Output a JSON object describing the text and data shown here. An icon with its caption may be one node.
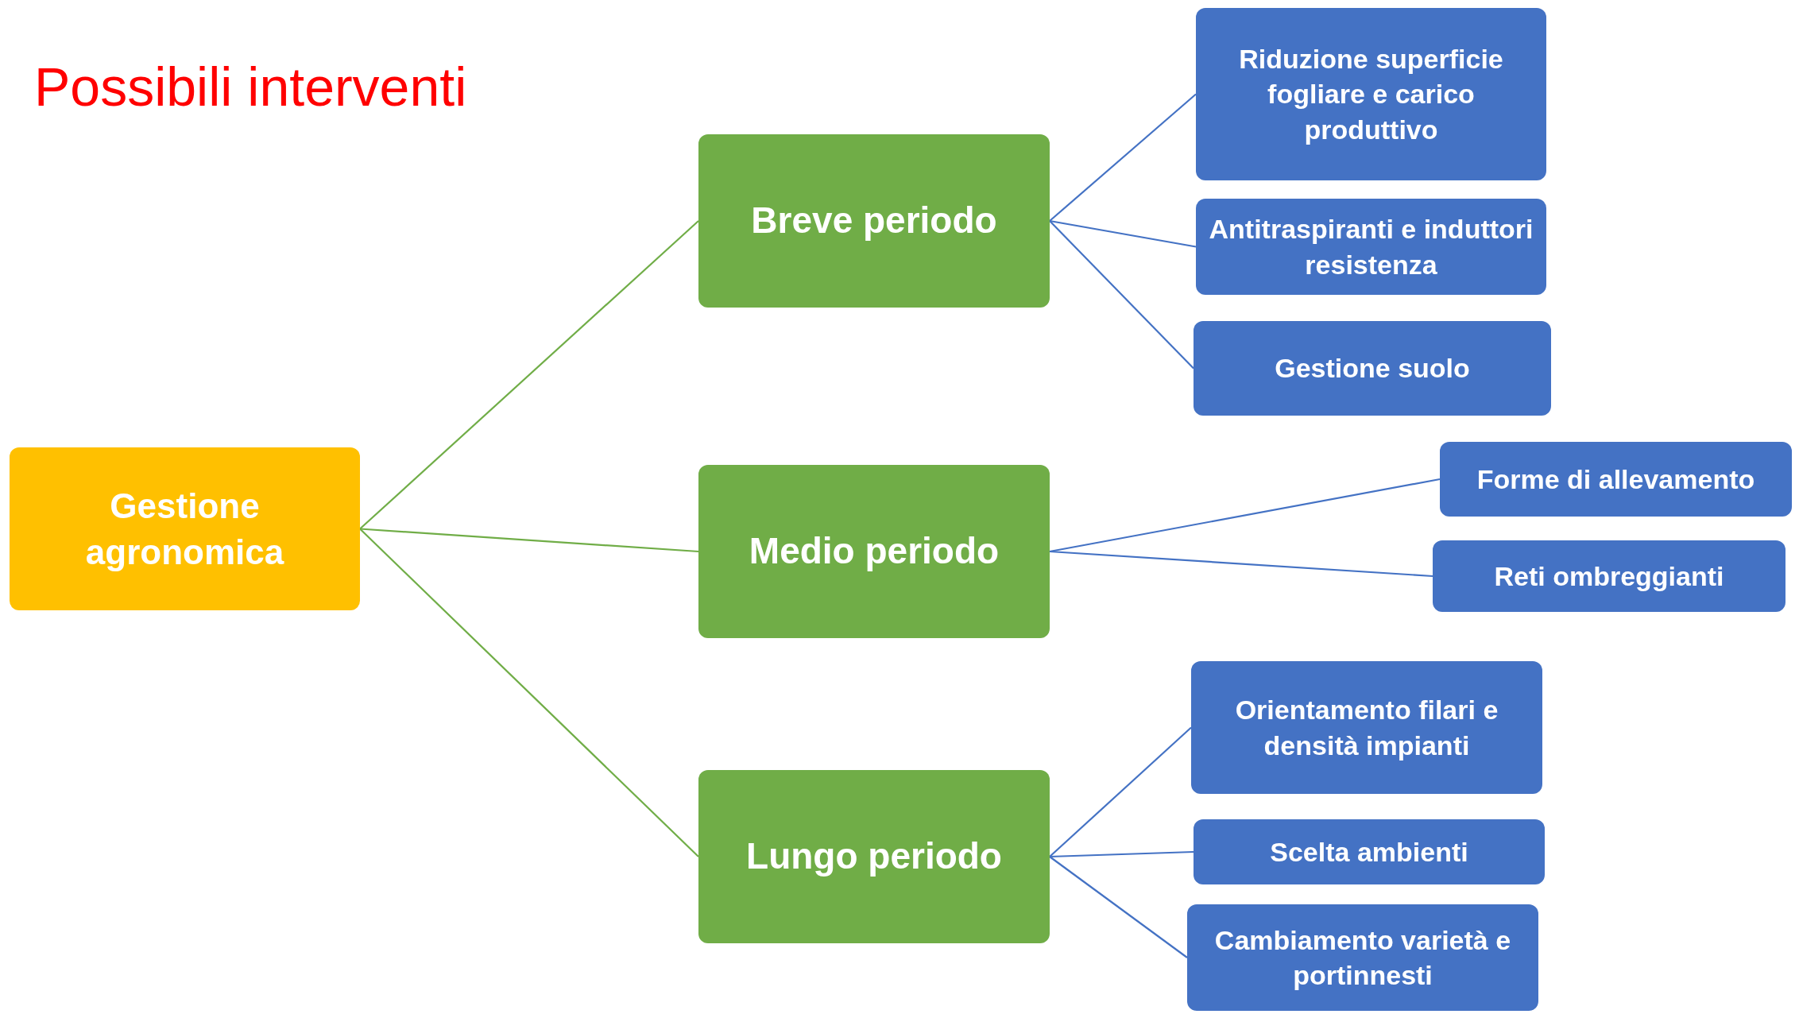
{
  "diagram": {
    "title": "Possibili interventi",
    "nodes": [
      {
        "text": [
          "Gestione agronomica"
        ]
      },
      {
        "text": [
          "Breve periodo"
        ]
      },
      {
        "text": [
          "Medio periodo"
        ]
      },
      {
        "text": [
          "Lungo periodo"
        ]
      },
      {
        "text": [
          "Riduzione superficie fogliare e carico produttivo"
        ]
      },
      {
        "text": [
          "Antitraspiranti e induttori resistenza"
        ]
      },
      {
        "text": [
          "Gestione suolo"
        ]
      },
      {
        "text": [
          "Forme di allevamento"
        ]
      },
      {
        "text": [
          "Reti ombreggianti"
        ]
      },
      {
        "text": [
          "Orientamento filari e densità impianti"
        ]
      },
      {
        "text": [
          "Scelta ambienti"
        ]
      },
      {
        "text": [
          "Cambiamento varietà e portinnesti"
        ]
      }
    ],
    "edges": [
      {
        "from": 0,
        "to": 1,
        "arrow": "none",
        "color": "#70ad47"
      },
      {
        "from": 0,
        "to": 2,
        "arrow": "none",
        "color": "#70ad47"
      },
      {
        "from": 0,
        "to": 3,
        "arrow": "none",
        "color": "#70ad47"
      },
      {
        "from": 1,
        "to": 4,
        "arrow": "none"
      },
      {
        "from": 1,
        "to": 5,
        "arrow": "none"
      },
      {
        "from": 1,
        "to": 6,
        "arrow": "none"
      },
      {
        "from": 2,
        "to": 7,
        "arrow": "none"
      },
      {
        "from": 2,
        "to": 8,
        "arrow": "none"
      },
      {
        "from": 3,
        "to": 9,
        "arrow": "none"
      },
      {
        "from": 3,
        "to": 10,
        "arrow": "none"
      },
      {
        "from": 3,
        "to": 11,
        "arrow": "none"
      }
    ]
  }
}
